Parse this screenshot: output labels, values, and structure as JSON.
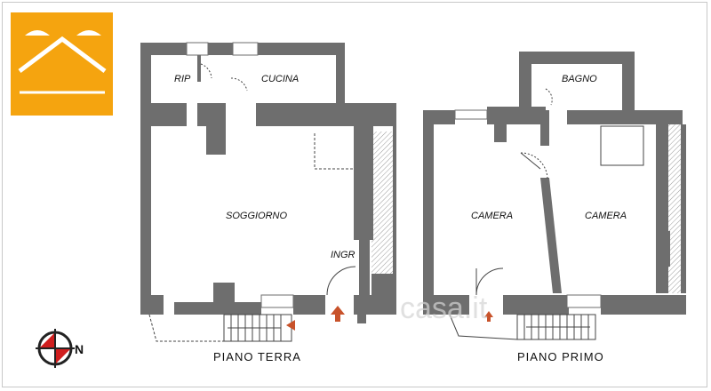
{
  "colors": {
    "wall": "#6e6e6e",
    "logo_bg": "#f5a40f",
    "arrow": "#c8522a",
    "compass_red": "#d01e1e"
  },
  "logo": {
    "icon": "house-roof-logo"
  },
  "compass": {
    "icon": "north-compass-icon",
    "label": "N"
  },
  "rooms": {
    "rip": "RIP",
    "cucina": "CUCINA",
    "soggiorno": "SOGGIORNO",
    "ingr": "INGR",
    "bagno": "BAGNO",
    "camera_left": "CAMERA",
    "camera_right": "CAMERA"
  },
  "plans": {
    "ground_title": "PIANO  TERRA",
    "first_title": "PIANO  PRIMO"
  },
  "watermark": "casa.it"
}
